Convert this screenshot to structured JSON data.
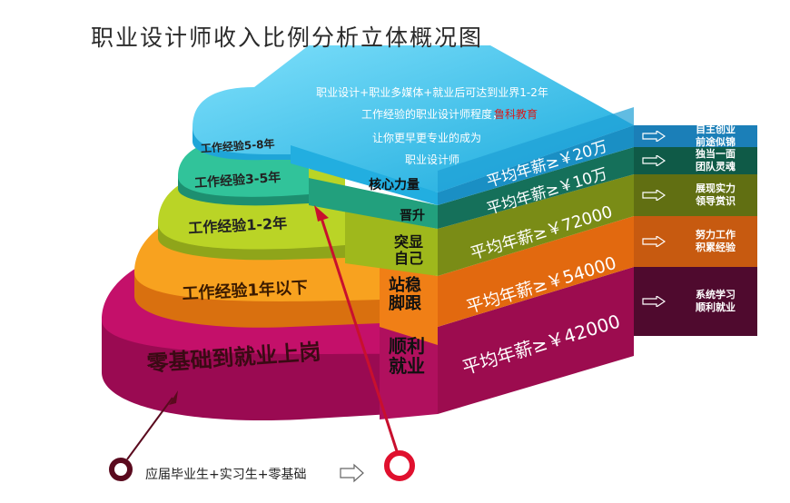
{
  "title": "职业设计师收入比例分析立体概况图",
  "intro_lines": [
    "职业设计+职业多媒体+就业后可达到业界1-2年",
    "工作经验的职业设计师程度，",
    "让你更早更专业的成为",
    "职业设计师"
  ],
  "brand": "鲁科教育",
  "levels": [
    {
      "experience": "零基础到就业上岗",
      "stage": "顺利就业",
      "salary": "平均年薪≥￥42000",
      "tag_lines": [
        "系统学习",
        "顺利就业"
      ],
      "color": "#c4106a"
    },
    {
      "experience": "工作经验1年以下",
      "stage": "站稳脚跟",
      "salary": "平均年薪≥￥54000",
      "tag_lines": [
        "努力工作",
        "积累经验"
      ],
      "color": "#f58a1f"
    },
    {
      "experience": "工作经验1-2年",
      "stage": "突显自己",
      "salary": "平均年薪≥￥72000",
      "tag_lines": [
        "展现实力",
        "领导赏识"
      ],
      "color": "#b5cc1e"
    },
    {
      "experience": "工作经验3-5年",
      "stage": "晋升",
      "salary": "平均年薪≥￥10万",
      "tag_lines": [
        "独当一面",
        "团队灵魂"
      ],
      "color": "#2ab38c"
    },
    {
      "experience": "工作经验5-8年",
      "stage": "核心力量",
      "salary": "平均年薪≥￥20万",
      "tag_lines": [
        "自主创业",
        "前途似锦"
      ],
      "color": "#36c3ea"
    }
  ],
  "bottom_note": "应届毕业生+实习生+零基础"
}
